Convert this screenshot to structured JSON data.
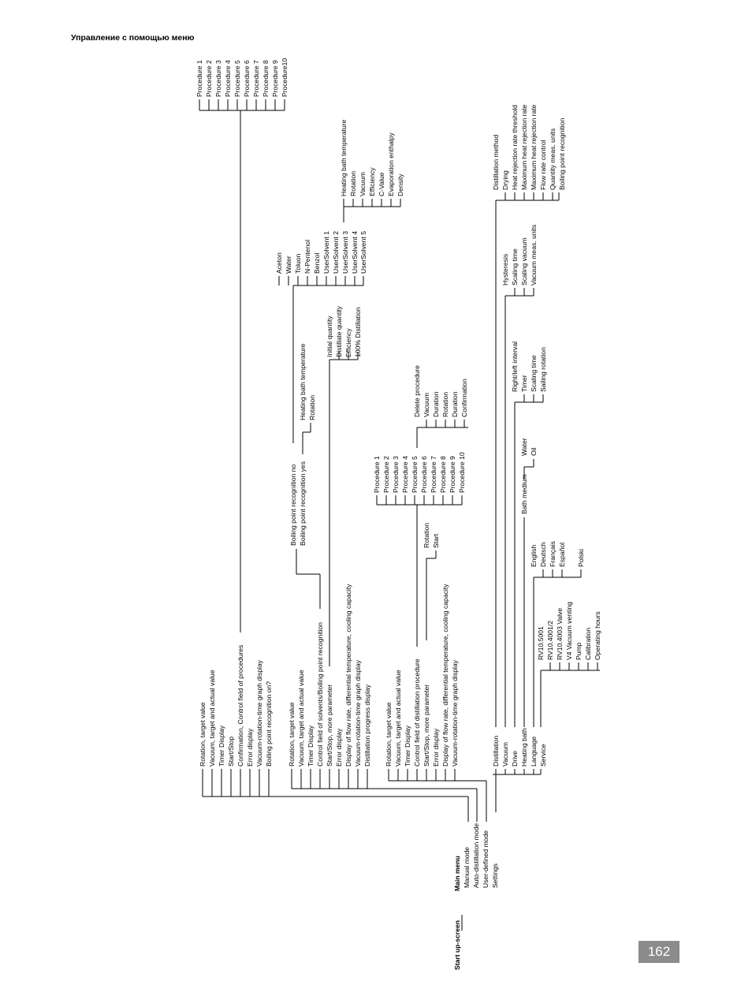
{
  "header": {
    "title": "Управление с помощью меню"
  },
  "page_number": "162",
  "root": {
    "start_screen": "Start up-screen",
    "main_menu": "Main menu"
  },
  "main_menu_items": [
    "Manual mode",
    "Auto-distillation mode",
    "User-defined mode",
    "Settings"
  ],
  "manual_mode": [
    "Rotation, target value",
    "Vacuum, target and actual value",
    "Timer Display",
    "Start/Stop",
    "Confirmation, Control field of procedures",
    "Error display",
    "Vacuum-rotation-time graph display",
    "Boiling point recognition on?"
  ],
  "procedures_top": [
    "Procedure  1",
    "Procedure  2",
    "Procedure  3",
    "Procedure  4",
    "Procedure  5",
    "Procedure  6",
    "Procedure  7",
    "Procedure  8",
    "Procedure  9",
    "Procedure10"
  ],
  "auto_mode": [
    "Rotation, target value",
    "Vacuum, target and actual value",
    "Timer Display",
    "Control field of solvents/Boiling point recognition",
    "Start/Stop, more parameter",
    "Error display",
    "Display of flow rate, differential temperature, cooling capacity",
    "Vacuum-rotation-time graph display",
    "Distillation progress display"
  ],
  "boiling_point": {
    "no": "Boiling point recognition no",
    "yes": "Boiling point recognition yes",
    "yes_children": [
      "Heating bath temperature",
      "Rotation"
    ]
  },
  "solvents": [
    "Aceton",
    "Water",
    "Toluon",
    "N-Pentenol",
    "Benzol",
    "UserSolvent 1",
    "UserSolvent 2",
    "UserSolvent 3",
    "UserSolvent 4",
    "UserSolvent 5"
  ],
  "solvent_params": [
    "Heating bath temperature",
    "Rotation",
    "Vacuum",
    "Efficiency",
    "C-Value",
    "Evaporation enthalpy",
    "Density"
  ],
  "more_params": [
    "Initial quantity",
    "Distillate quantity",
    "Efficiency",
    "100% Distillation"
  ],
  "user_mode": [
    "Rotation, target value",
    "Vacuum, target and actual value",
    "Timer Display",
    "Control field of distillation procedure",
    "Start/Stop, more parameter",
    "Error display",
    "Display of flow rate, differential temperature, cooling capacity",
    "Vacuum-rotation-time graph display"
  ],
  "user_procedures": [
    "Procedure   1",
    "Procedure   2",
    "Procedure   3",
    "Procedure   4",
    "Procedure   5",
    "Procedure   6",
    "Procedure   7",
    "Procedure   8",
    "Procedure   9",
    "Procedure  10"
  ],
  "procedure_actions": [
    "Delete procedure",
    "Vacuum",
    "Duration",
    "Rotation",
    "Duration",
    "Confirmation"
  ],
  "startstop_params": [
    "Rotation",
    "Start"
  ],
  "settings": [
    "Distillation",
    "Vacuum",
    "Drive",
    "Heating bath",
    "Language",
    "Service"
  ],
  "distillation_settings": [
    "Distillation method",
    "Drying",
    "Heat rejection rate threshold",
    "Maximum heat rejection rate",
    "Maximum heat rejection rate",
    "Flow rate control",
    "Quantity meas. units",
    "Boiling point recognition"
  ],
  "vacuum_settings": [
    "Hysteresis",
    "Scaling time",
    "Scaling vacuum",
    "Vacuum meas. units"
  ],
  "drive_settings": [
    "Right/left interval",
    "Timer",
    "Scaling time",
    "Sailing rotation"
  ],
  "bath_medium": {
    "label": "Bath medium",
    "options": [
      "Water",
      "Oil"
    ]
  },
  "languages": [
    "English",
    "Deutsch",
    "Français",
    "Español",
    "Polski"
  ],
  "service": [
    "RV10.5001",
    "RV10.4001/2",
    "RV10.4003 Valve",
    "V4 Vacuum venting",
    "Pump",
    "Calibration",
    "Operating hours"
  ]
}
